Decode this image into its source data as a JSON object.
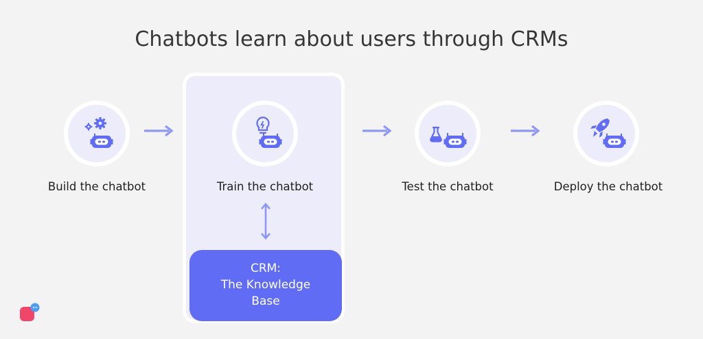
{
  "title": "Chatbots learn about users through CRMs",
  "steps": [
    {
      "label": "Build the chatbot",
      "icon": "gears-robot-icon"
    },
    {
      "label": "Train the chatbot",
      "icon": "lightbulb-robot-icon"
    },
    {
      "label": "Test the chatbot",
      "icon": "flask-robot-icon"
    },
    {
      "label": "Deploy the chatbot",
      "icon": "rocket-robot-icon"
    }
  ],
  "crm": {
    "line1": "CRM:",
    "line2": "The Knowledge",
    "line3": "Base"
  },
  "colors": {
    "accent": "#5f6cf3",
    "arrow": "#8e97f5",
    "circle_fill": "#ececfb",
    "background": "#f3f3f3",
    "logo_pink": "#f0466a",
    "logo_blue": "#4e9cf6"
  }
}
